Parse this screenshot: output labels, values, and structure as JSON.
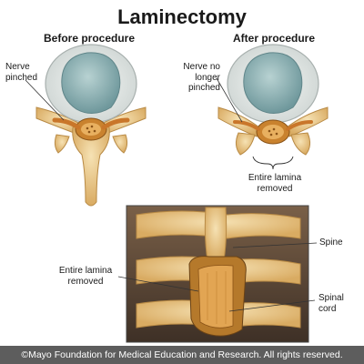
{
  "title": "Laminectomy",
  "panels": {
    "before_label": "Before procedure",
    "after_label": "After procedure"
  },
  "labels": {
    "nerve_pinched": [
      "Nerve",
      "pinched"
    ],
    "nerve_no_longer_pinched": [
      "Nerve no",
      "longer pinched"
    ],
    "entire_lamina_removed_top": [
      "Entire lamina",
      "removed"
    ],
    "spine": "Spine",
    "entire_lamina_removed_inset": [
      "Entire lamina",
      "removed"
    ],
    "spinal_cord": [
      "Spinal",
      "cord"
    ]
  },
  "copyright": "©Mayo Foundation for Medical Education and Research.  All rights reserved.",
  "colors": {
    "bone": "#e9c98a",
    "bone_shadow": "#c99a52",
    "disc": "#eef1ef",
    "nucleus": "#8fb3b6",
    "nerve": "#d68a2a",
    "inset_bg": "#5b4a3a",
    "footer": "#5d5d5d"
  }
}
